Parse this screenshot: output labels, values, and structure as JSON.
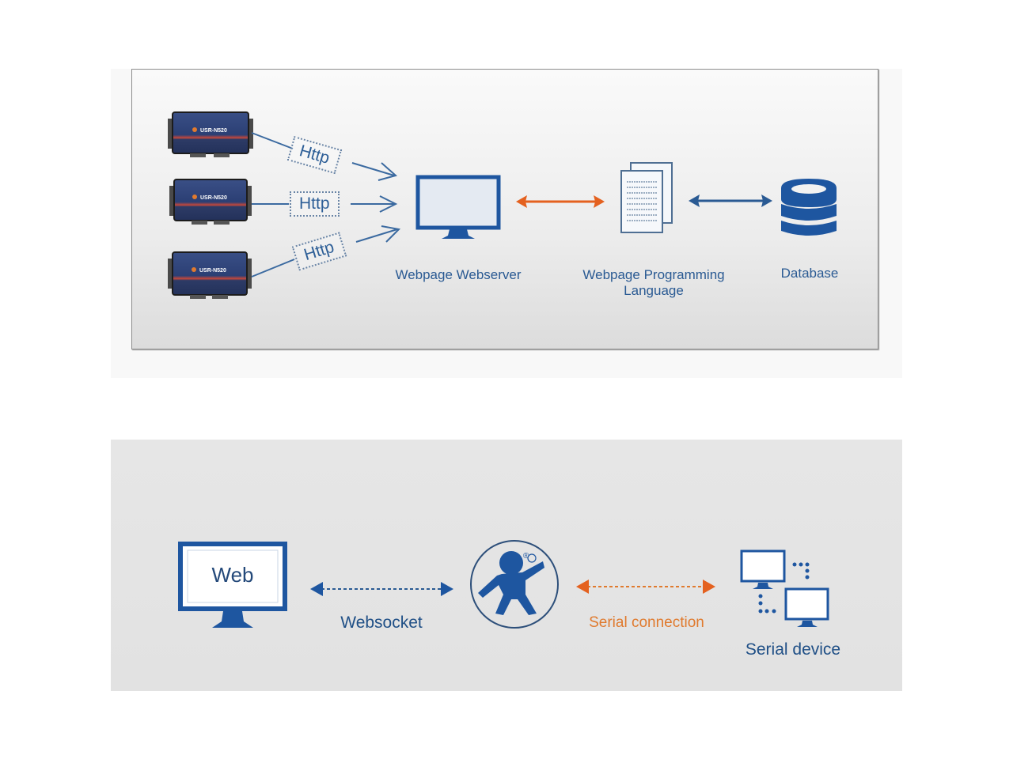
{
  "top_diagram": {
    "devices": [
      {
        "model_label": "USR-N520"
      },
      {
        "model_label": "USR-N520"
      },
      {
        "model_label": "USR-N520"
      }
    ],
    "protocol_labels": [
      "Http",
      "Http",
      "Http"
    ],
    "nodes": {
      "webserver": "Webpage Webserver",
      "programming_language": "Webpage Programming Language",
      "database": "Database"
    },
    "colors": {
      "primary_blue": "#1e56a0",
      "arrow_orange": "#e4611f",
      "arrow_blue": "#2a5a93"
    }
  },
  "bottom_diagram": {
    "web_screen_text": "Web",
    "connections": {
      "websocket": "Websocket",
      "serial": "Serial connection"
    },
    "nodes": {
      "serial_device": "Serial device"
    },
    "logo_mark": "®",
    "colors": {
      "primary_blue": "#1e56a0",
      "serial_orange": "#e07a2e"
    }
  }
}
